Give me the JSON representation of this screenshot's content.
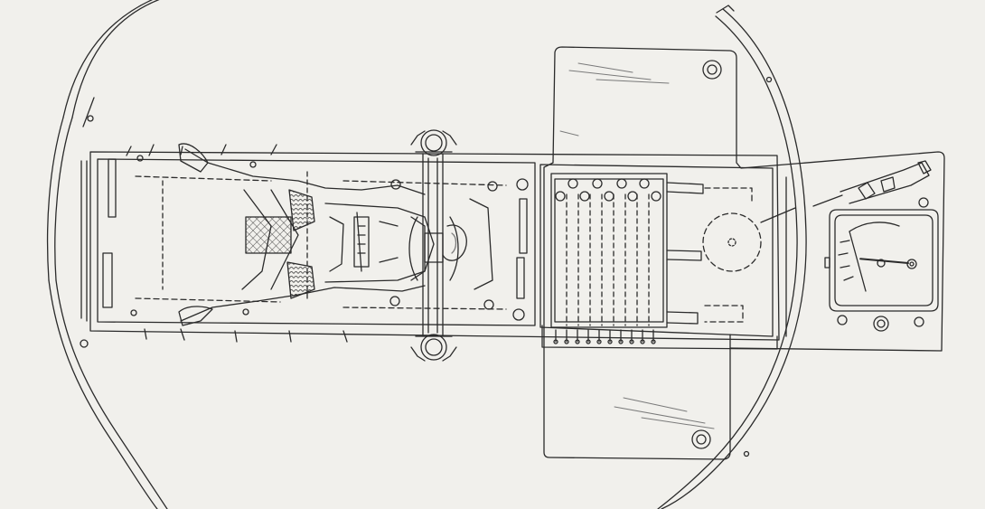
{
  "drawing": {
    "style": "patent line drawing, top view",
    "colors": {
      "paper": "#f1f0ec",
      "ink": "#2b2b2b",
      "light_ink": "#7a7a7a"
    },
    "parts": [
      "circular-turntable-rim",
      "patient-table",
      "reclining-figure",
      "restraint-straps",
      "overhead-gantry-bar",
      "cassette-tray",
      "dial-gauge",
      "cross-shaped-base-plate"
    ],
    "gauge": {
      "needle_reading": 0.72
    }
  }
}
